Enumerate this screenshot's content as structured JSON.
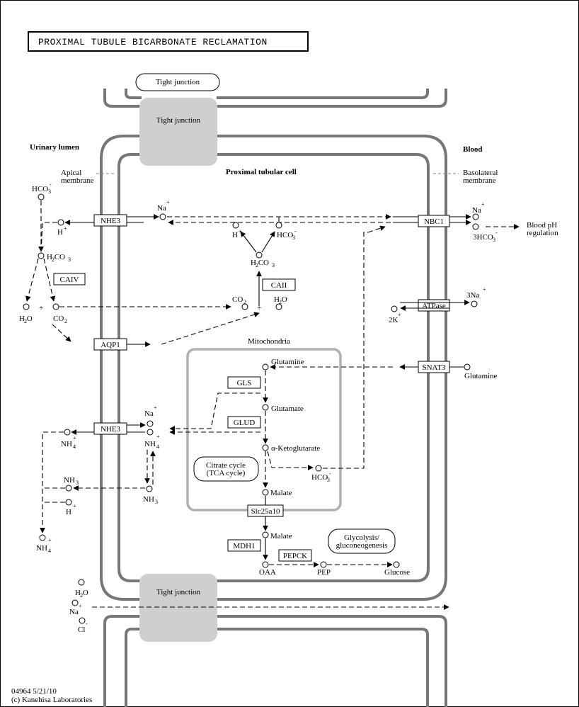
{
  "title": "PROXIMAL TUBULE BICARBONATE RECLAMATION",
  "regions": {
    "urinary_lumen": "Urinary lumen",
    "blood": "Blood",
    "proximal_tubular_cell": "Proximal tubular cell",
    "apical_membrane": [
      "Apical",
      "membrane"
    ],
    "basolateral_membrane": [
      "Basolateral",
      "membrane"
    ],
    "mitochondria": "Mitochondria"
  },
  "tight_junction": "Tight junction",
  "pathways": {
    "tca": [
      "Citrate cycle",
      "(TCA cycle)"
    ],
    "glycolysis": [
      "Glycolysis/",
      "gluconeogenesis"
    ],
    "blood_ph": [
      "Blood pH",
      "regulation"
    ]
  },
  "genes": {
    "nhe3": "NHE3",
    "nbc1": "NBC1",
    "caiv": "CAIV",
    "caii": "CAII",
    "aqp1": "AQP1",
    "atpase": "ATPase",
    "snat3": "SNAT3",
    "gls": "GLS",
    "glud": "GLUD",
    "slc25a10": "Slc25a10",
    "mdh1": "MDH1",
    "pepck": "PEPCK"
  },
  "compounds": {
    "hco3": "HCO",
    "h2co3": "H CO",
    "h2o": "H O",
    "co2": "CO",
    "h": "H",
    "na": "Na",
    "three_hco3": "3HCO",
    "three_na": "3Na",
    "two_k": "2K",
    "glutamine": "Glutamine",
    "glutamate": "Glutamate",
    "akg": "α-Ketoglutarate",
    "malate": "Malate",
    "oaa": "OAA",
    "pep": "PEP",
    "glucose": "Glucose",
    "nh4": "NH",
    "nh3": "NH",
    "cl": "Cl",
    "plus": "+"
  },
  "footer": {
    "id": "04964 5/21/10",
    "copyright": "(c) Kanehisa Laboratories"
  }
}
